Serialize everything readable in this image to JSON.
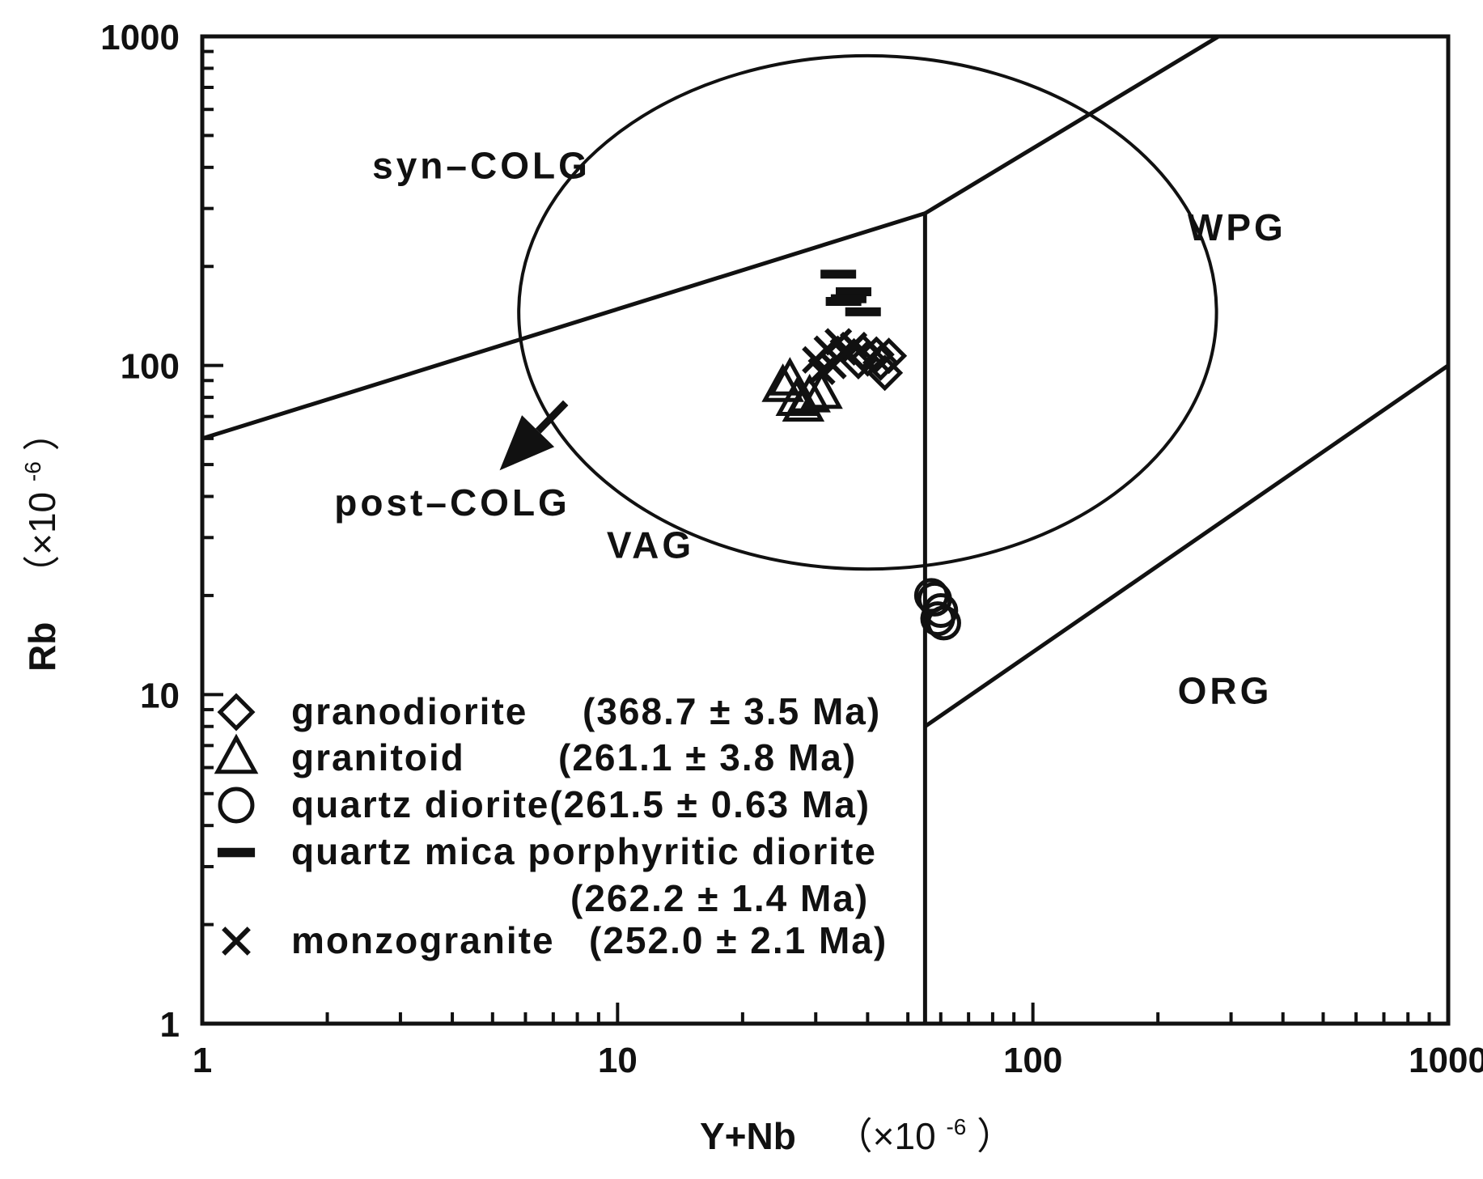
{
  "chart_data": {
    "type": "scatter",
    "x_scale": "log",
    "y_scale": "log",
    "xlim": [
      1,
      1000
    ],
    "ylim": [
      1,
      1000
    ],
    "x_ticks": [
      "1",
      "10",
      "100",
      "1000"
    ],
    "y_ticks": [
      "1",
      "10",
      "100",
      "1000"
    ],
    "xlabel": "Y+Nb",
    "xlabel_unit": "（×10",
    "ylabel": "Rb",
    "ylabel_unit": "（×10",
    "unit_exponent": "-6",
    "unit_close": "）",
    "regions": [
      {
        "label": "syn–COLG",
        "at": [
          4.7,
          370
        ]
      },
      {
        "label": "WPG",
        "at": [
          310,
          240
        ]
      },
      {
        "label": "VAG",
        "at": [
          12,
          26
        ]
      },
      {
        "label": "ORG",
        "at": [
          290,
          9.4
        ]
      },
      {
        "label": "post–COLG",
        "at": [
          4.0,
          35
        ]
      }
    ],
    "boundaries": [
      {
        "name": "syn-COLG/VAG",
        "points": [
          [
            1,
            60
          ],
          [
            55,
            290
          ]
        ]
      },
      {
        "name": "syn-COLG/WPG",
        "points": [
          [
            55,
            290
          ],
          [
            280,
            1000
          ]
        ]
      },
      {
        "name": "VAG/WPG",
        "points": [
          [
            55,
            290
          ],
          [
            55,
            1
          ]
        ]
      },
      {
        "name": "WPG/ORG",
        "points": [
          [
            55,
            8
          ],
          [
            1000,
            100
          ]
        ]
      }
    ],
    "post_colg_field": {
      "center": [
        40,
        145
      ],
      "rx_decades": 0.84,
      "ry_decades": 0.78
    },
    "post_colg_arrow": {
      "from": [
        7.5,
        77
      ],
      "to": [
        5.2,
        48
      ]
    },
    "series": [
      {
        "name": "granodiorite",
        "age": "(368.7 ± 3.5 Ma)",
        "marker": "diamond",
        "points": [
          [
            40,
            105
          ],
          [
            42,
            108
          ],
          [
            38,
            103
          ],
          [
            45,
            107
          ],
          [
            44,
            95
          ],
          [
            39,
            110
          ],
          [
            43,
            102
          ]
        ]
      },
      {
        "name": "granitoid",
        "age": "(261.1 ± 3.8 Ma)",
        "marker": "triangle",
        "points": [
          [
            25,
            86
          ],
          [
            27,
            78
          ],
          [
            29,
            80
          ],
          [
            28,
            75
          ],
          [
            26,
            90
          ],
          [
            31,
            82
          ]
        ]
      },
      {
        "name": "quartz diorite",
        "age": "(261.5 ± 0.63 Ma)",
        "marker": "circle",
        "points": [
          [
            58,
            19.5
          ],
          [
            60,
            18
          ],
          [
            59,
            17
          ],
          [
            61,
            16.5
          ],
          [
            57,
            20
          ]
        ]
      },
      {
        "name": "quartz mica porphyritic diorite",
        "age": "(262.2 ± 1.4 Ma)",
        "marker": "dash",
        "points": [
          [
            34,
            190
          ],
          [
            37,
            168
          ],
          [
            35,
            157
          ],
          [
            39,
            146
          ],
          [
            36,
            160
          ]
        ]
      },
      {
        "name": "monzogranite",
        "age": "(252.0 ± 2.1 Ma)",
        "marker": "x",
        "points": [
          [
            30,
            104
          ],
          [
            32,
            112
          ],
          [
            34,
            118
          ],
          [
            35,
            110
          ],
          [
            33,
            100
          ],
          [
            37,
            115
          ],
          [
            31,
            96
          ]
        ]
      }
    ]
  }
}
